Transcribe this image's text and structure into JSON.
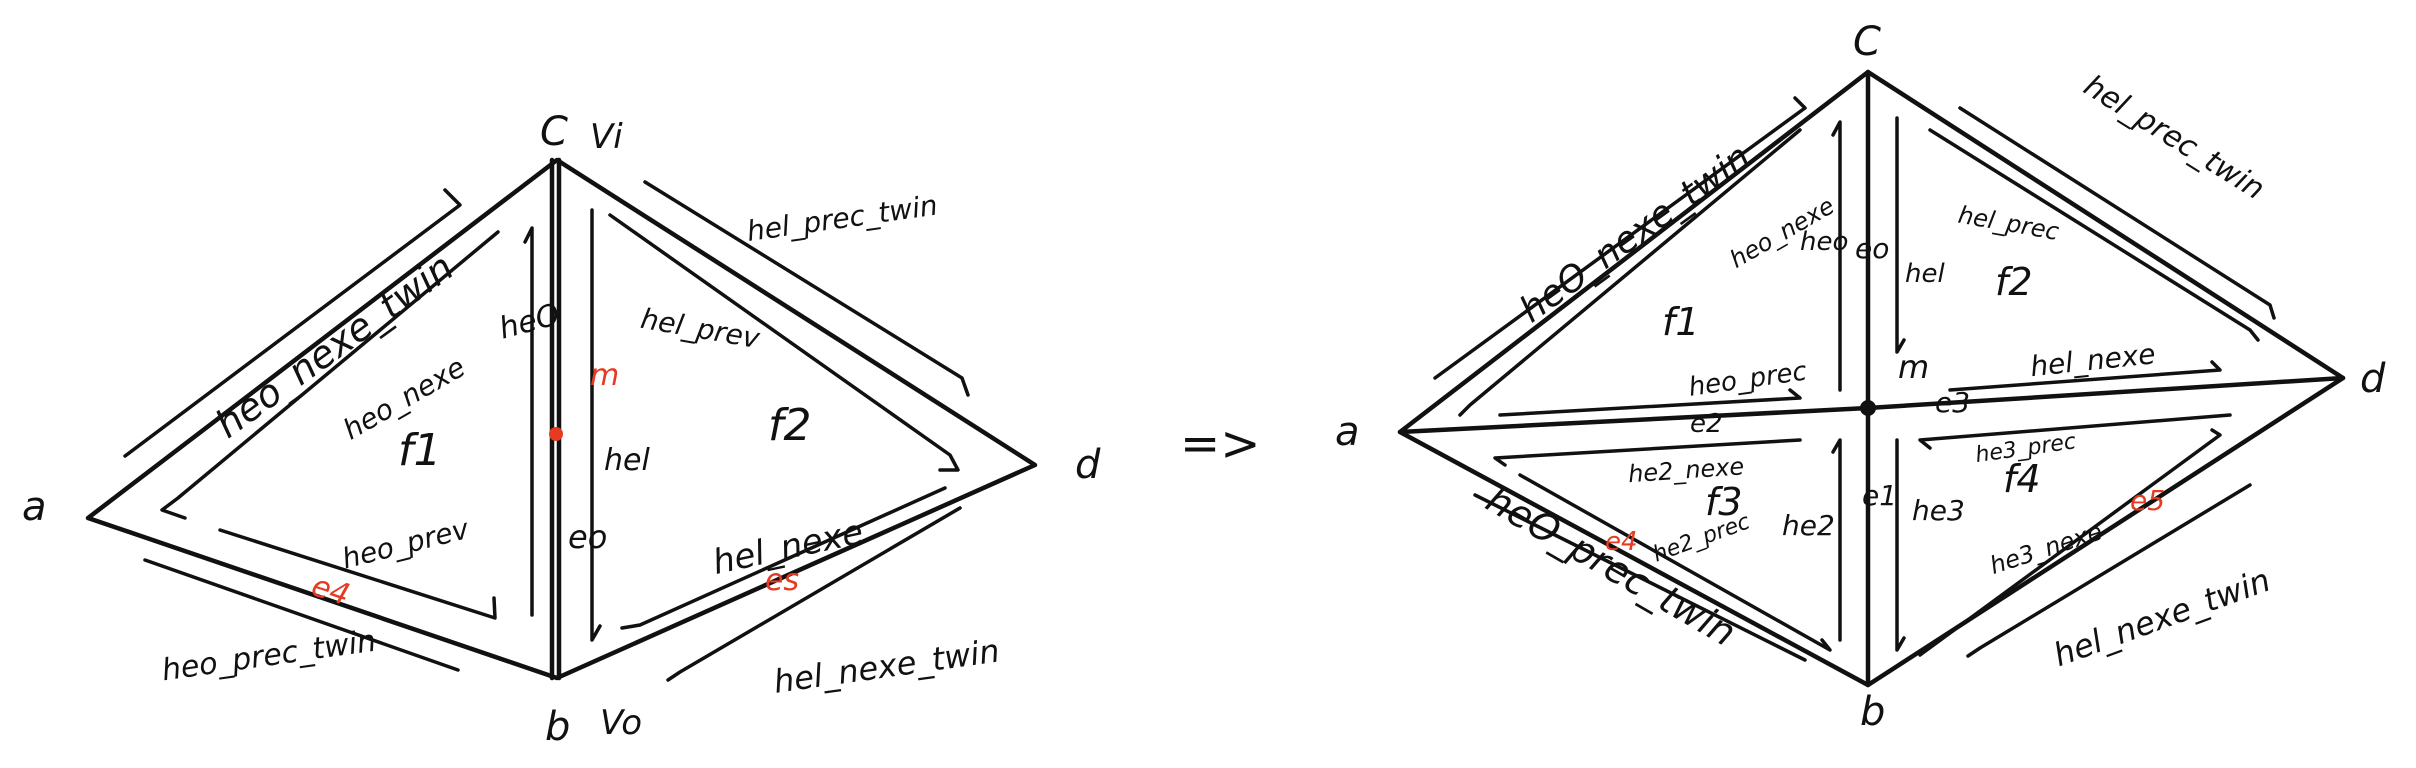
{
  "colors": {
    "ink": "#111111",
    "highlight": "#e53b22"
  },
  "arrow": "=>",
  "left": {
    "vertices": {
      "a": "a",
      "b": "b",
      "c": "C",
      "d": "d",
      "v0": "Vo",
      "v1": "Vi"
    },
    "midpoint": "m",
    "edges": {
      "e0": "eo",
      "e4": "e4",
      "e5": "es"
    },
    "faces": {
      "f1": "f1",
      "f2": "f2"
    },
    "halfedges": {
      "he0": "heO",
      "he1": "hel",
      "he0_next": "heo_nexe",
      "he0_prev": "heo_prev",
      "he1_prev": "hel_prev",
      "he1_next": "hel_nexe",
      "he0_next_twin": "heo_nexe_twin",
      "he0_prev_twin": "heo_prec_twin",
      "he1_prev_twin": "hel_prec_twin",
      "he1_next_twin": "hel_nexe_twin"
    }
  },
  "right": {
    "vertices": {
      "a": "a",
      "b": "b",
      "c": "C",
      "d": "d"
    },
    "midpoint": "m",
    "edges": {
      "e0": "eo",
      "e1": "e1",
      "e2": "e2",
      "e3": "e3",
      "e4": "e4",
      "e5": "e5"
    },
    "faces": {
      "f1": "f1",
      "f2": "f2",
      "f3": "f3",
      "f4": "f4"
    },
    "halfedges": {
      "he0": "heo",
      "he1": "hel",
      "he2": "he2",
      "he3": "he3",
      "he0_next": "heo_nexe",
      "he0_prev": "heo_prec",
      "he1_prev": "hel_prec",
      "he1_next": "hel_nexe",
      "he2_next": "he2_nexe",
      "he2_prev": "he2_prec",
      "he3_prev": "he3_prec",
      "he3_next": "he3_nexe",
      "he0_next_twin": "heO_nexe_twin",
      "he0_prev_twin": "heO_prec_twin",
      "he1_prev_twin": "hel_prec_twin",
      "he1_next_twin": "hel_nexe_twin"
    }
  }
}
